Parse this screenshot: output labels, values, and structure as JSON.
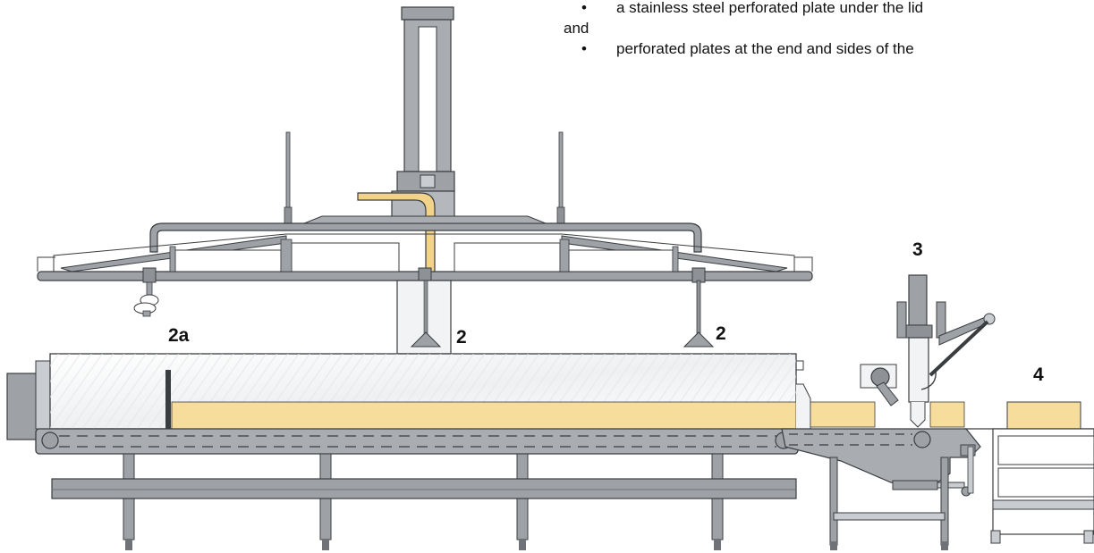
{
  "text": {
    "bullets": [
      {
        "symbol": "•",
        "text": "a stainless steel perforated plate under the lid",
        "continuation": "and"
      },
      {
        "symbol": "•",
        "text": "perforated plates at the end and sides of the"
      }
    ]
  },
  "labels": {
    "label_2a": "2a",
    "label_2_left": "2",
    "label_2_right": "2",
    "label_3": "3",
    "label_4": "4"
  },
  "colors": {
    "steel": "#9ea2a6",
    "steel_dark": "#6f7378",
    "steel_light": "#c9ccd0",
    "outline": "#3a3d40",
    "curd": "#f7dd9c",
    "pipe": "#f3d289",
    "panel": "#f2f3f4"
  }
}
